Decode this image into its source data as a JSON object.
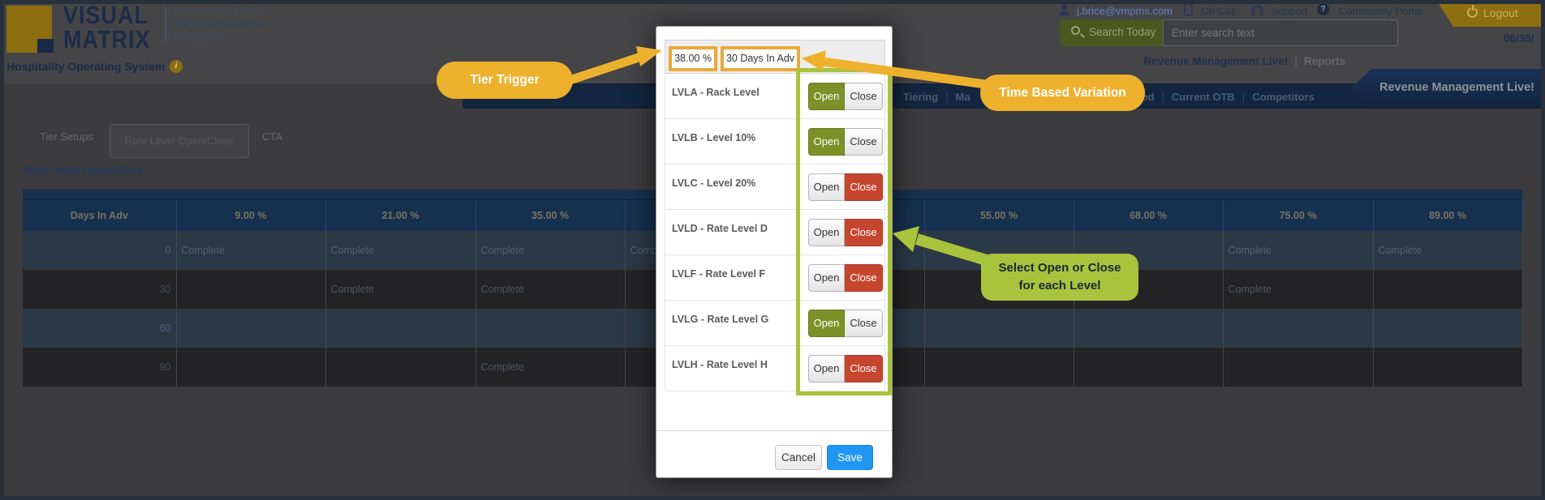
{
  "header": {
    "logo_line1": "VISUAL",
    "logo_line2": "MATRIX",
    "tagline": "Hospitality Operating System",
    "property_id": "PropertyID : LEARN",
    "property_name": "VM Learning Lodge",
    "property_location": "PARIS, TX",
    "email": "j.brice@vmpms.com",
    "on_call": "On Call",
    "support": "Support",
    "community_portal": "Community Portal",
    "logout": "Logout",
    "search_button": "Search Today",
    "search_placeholder": "Enter search text",
    "date": "06/30/",
    "breadcrumb_active": "Revenue Management Live!",
    "breadcrumb_secondary": "Reports",
    "module_tab": "Revenue Management Live!"
  },
  "nav": {
    "fragment_left_1": "Tiering",
    "fragment_left_2": "Ma",
    "items_right": [
      "ced",
      "Current OTB",
      "Competitors"
    ]
  },
  "tabs": {
    "tier_setups": "Tier Setups",
    "rate_level": "Rate Level Open/Close",
    "cta": "CTA"
  },
  "section_title": "Rate Level Open/Close",
  "table": {
    "columns": [
      "Days In Adv",
      "9.00 %",
      "21.00 %",
      "35.00 %",
      "",
      "",
      "55.00 %",
      "68.00 %",
      "75.00 %",
      "89.00 %"
    ],
    "rows": [
      {
        "days": "0",
        "cells": [
          "Complete",
          "Complete",
          "Complete",
          "Complete",
          "",
          "",
          "",
          "Complete",
          "Complete"
        ]
      },
      {
        "days": "30",
        "cells": [
          "",
          "Complete",
          "Complete",
          "",
          "",
          "",
          "",
          "Complete",
          ""
        ]
      },
      {
        "days": "60",
        "cells": [
          "",
          "",
          "",
          "",
          "",
          "",
          "",
          "",
          ""
        ]
      },
      {
        "days": "90",
        "cells": [
          "",
          "",
          "Complete",
          "",
          "",
          "",
          "",
          "",
          ""
        ]
      }
    ]
  },
  "modal": {
    "tier_trigger_value": "38.00 %",
    "time_variation_value": "30 Days In Adv",
    "open_label": "Open",
    "close_label": "Close",
    "levels": [
      {
        "label": "LVLA - Rack Level",
        "state": "open"
      },
      {
        "label": "LVLB - Level 10%",
        "state": "open"
      },
      {
        "label": "LVLC - Level 20%",
        "state": "close"
      },
      {
        "label": "LVLD - Rate Level D",
        "state": "close"
      },
      {
        "label": "LVLF - Rate Level F",
        "state": "close"
      },
      {
        "label": "LVLG - Rate Level G",
        "state": "open"
      },
      {
        "label": "LVLH - Rate Level H",
        "state": "close"
      }
    ],
    "cancel": "Cancel",
    "save": "Save"
  },
  "callouts": {
    "tier_trigger": "Tier Trigger",
    "time_based_variation": "Time Based Variation",
    "select_line1": "Select Open or Close",
    "select_line2": "for each Level"
  },
  "colors": {
    "accent_gold": "#edb12d",
    "accent_green": "#a9c33d",
    "open_green": "#7e9129",
    "close_red": "#c5452e",
    "save_blue": "#2095f2",
    "nav_navy": "#13263f"
  }
}
